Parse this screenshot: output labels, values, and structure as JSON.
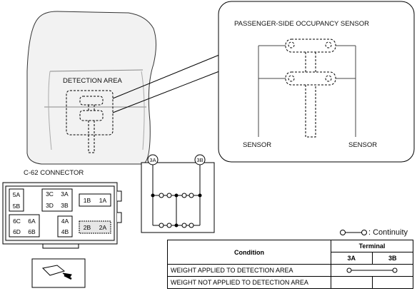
{
  "labels": {
    "detection_area": "DETECTION AREA",
    "sensor_title": "PASSENGER-SIDE OCCUPANCY SENSOR",
    "sensor_left": "SENSOR",
    "sensor_right": "SENSOR",
    "connector_title": "C-62 CONNECTOR",
    "continuity_legend": ": Continuity",
    "circuit_left_terminal": "3A",
    "circuit_right_terminal": "3B"
  },
  "connector_pins": [
    "5A",
    "5B",
    "3C",
    "3A",
    "3D",
    "3B",
    "1B",
    "1A",
    "6C",
    "6A",
    "6D",
    "6B",
    "4A",
    "4B",
    "2B",
    "2A"
  ],
  "table": {
    "condition_header": "Condition",
    "terminal_header": "Terminal",
    "col_3a": "3A",
    "col_3b": "3B",
    "rows": [
      {
        "condition": "WEIGHT APPLIED TO DETECTION AREA",
        "continuity": true
      },
      {
        "condition": "WEIGHT NOT APPLIED TO DETECTION AREA",
        "continuity": false
      }
    ]
  }
}
